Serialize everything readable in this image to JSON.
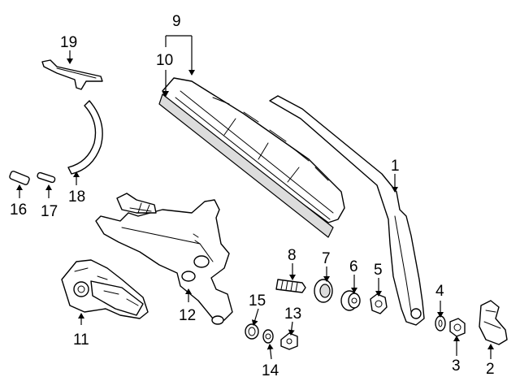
{
  "callouts": {
    "1": "1",
    "2": "2",
    "3": "3",
    "4": "4",
    "5": "5",
    "6": "6",
    "7": "7",
    "8": "8",
    "9": "9",
    "10": "10",
    "11": "11",
    "12": "12",
    "13": "13",
    "14": "14",
    "15": "15",
    "16": "16",
    "17": "17",
    "18": "18",
    "19": "19"
  },
  "colors": {
    "line": "#000000",
    "background": "#ffffff"
  }
}
